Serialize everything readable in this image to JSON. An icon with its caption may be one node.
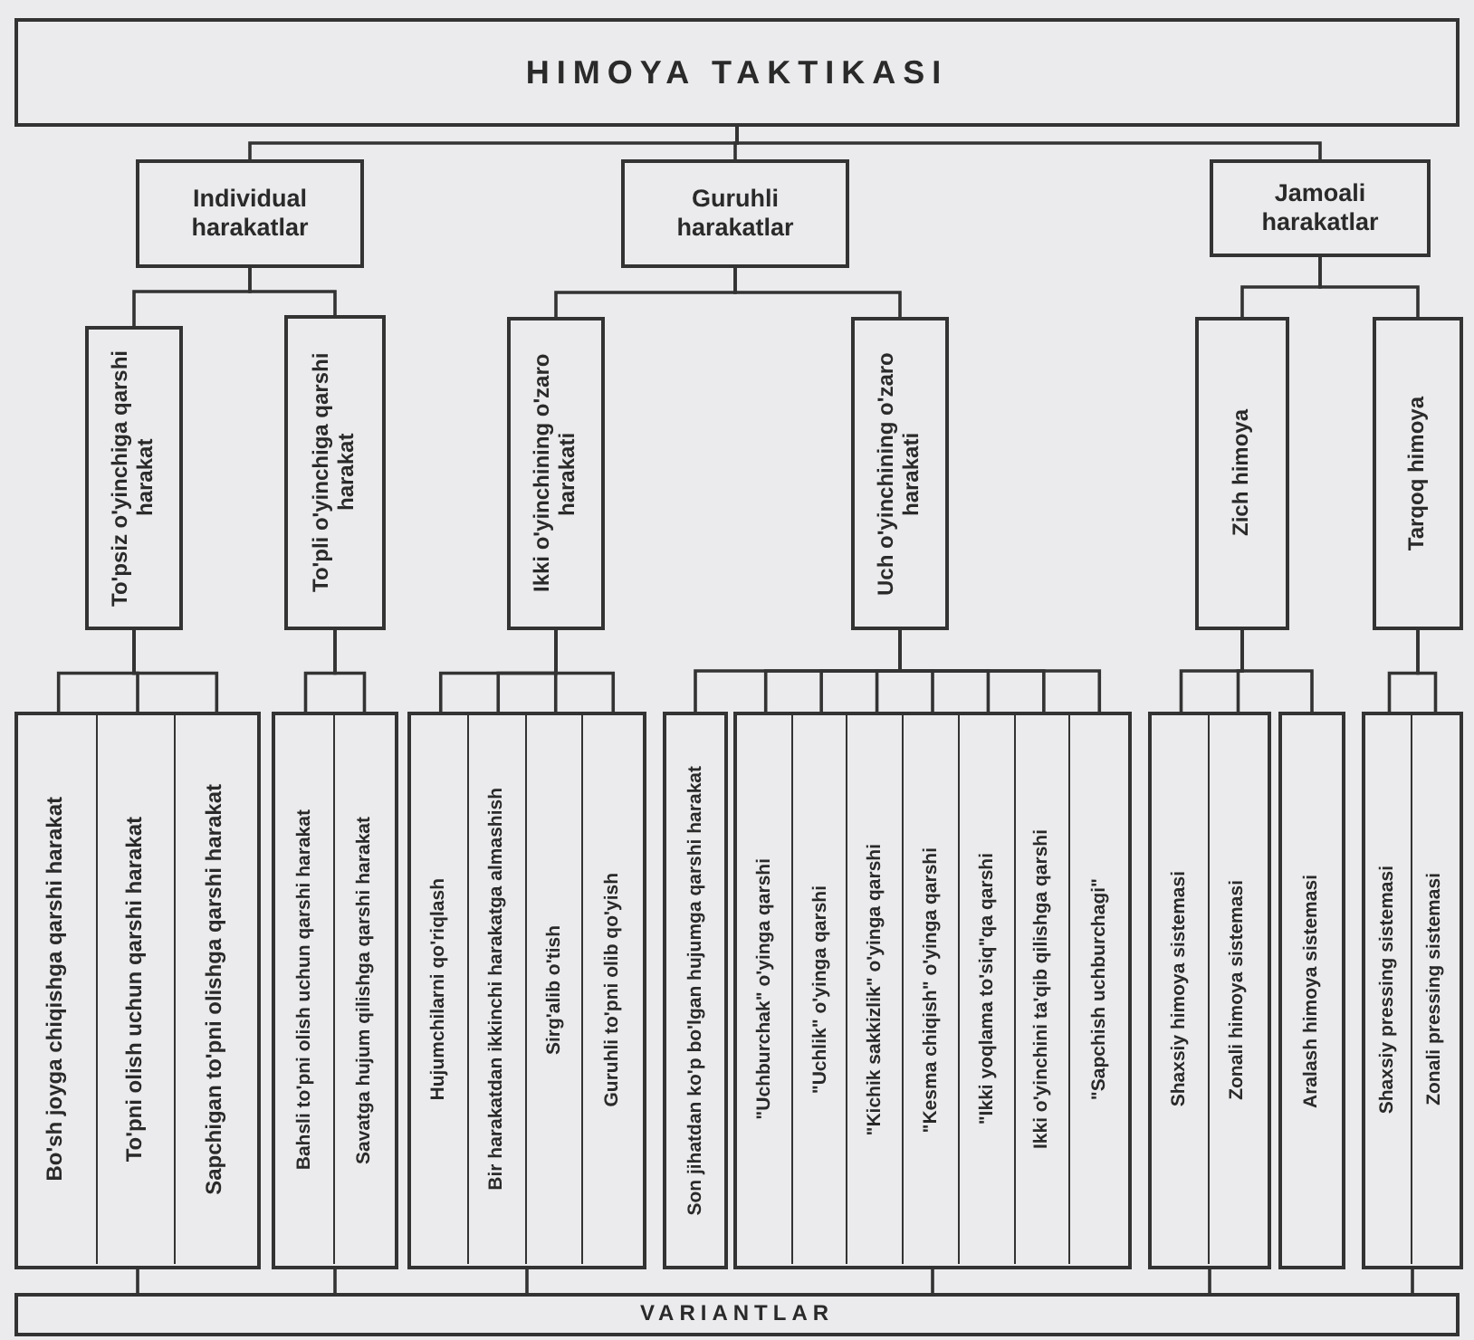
{
  "diagram": {
    "nodes": [
      {
        "text": [
          "HIMOYA TAKTIKASI"
        ]
      },
      {
        "text": [
          "Individual harakatlar"
        ]
      },
      {
        "text": [
          "Guruhli harakatlar"
        ]
      },
      {
        "text": [
          "Jamoali harakatlar"
        ]
      },
      {
        "text": [
          "To'psiz o'yinchiga qarshi harakat"
        ]
      },
      {
        "text": [
          "To'pli o'yinchiga qarshi harakat"
        ]
      },
      {
        "text": [
          "Ikki o'yinchining o'zaro harakati"
        ]
      },
      {
        "text": [
          "Uch o'yinchining o'zaro harakati"
        ]
      },
      {
        "text": [
          "Zich himoya"
        ]
      },
      {
        "text": [
          "Tarqoq himoya"
        ]
      },
      {
        "text": [],
        "shape": "box"
      },
      {
        "text": [
          "Bo'sh joyga chiqishga qarshi harakat"
        ],
        "in": 10
      },
      {
        "text": [
          "To'pni olish uchun qarshi harakat"
        ],
        "in": 10
      },
      {
        "text": [
          "Sapchigan to'pni olishga qarshi harakat"
        ],
        "in": 10
      },
      {
        "text": [],
        "shape": "box"
      },
      {
        "text": [
          "Bahsli to'pni olish uchun qarshi harakat"
        ],
        "in": 14
      },
      {
        "text": [
          "Savatga hujum qilishga qarshi harakat"
        ],
        "in": 14
      },
      {
        "text": [],
        "shape": "box"
      },
      {
        "text": [
          "Hujumchilarni qo'riqlash"
        ],
        "in": 17
      },
      {
        "text": [
          "Bir harakatdan ikkinchi harakatga almashish"
        ],
        "in": 17
      },
      {
        "text": [
          "Sirg'alib o'tish"
        ],
        "in": 17
      },
      {
        "text": [
          "Guruhli to'pni olib qo'yish"
        ],
        "in": 17
      },
      {
        "text": [
          "Son jihatdan ko'p bo'lgan hujumga qarshi harakat"
        ]
      },
      {
        "text": [],
        "shape": "box"
      },
      {
        "text": [
          "\"Uchburchak\" o'yinga qarshi"
        ],
        "in": 23
      },
      {
        "text": [
          "\"Uchlik\" o'yinga qarshi"
        ],
        "in": 23
      },
      {
        "text": [
          "\"Kichik sakkizlik\" o'yinga qarshi"
        ],
        "in": 23
      },
      {
        "text": [
          "\"Kesma chiqish\" o'yinga qarshi"
        ],
        "in": 23
      },
      {
        "text": [
          "\"Ikki yoqlama to'siq\"qa qarshi"
        ],
        "in": 23
      },
      {
        "text": [
          "Ikki o'yinchini ta'qib qilishga qarshi"
        ],
        "in": 23
      },
      {
        "text": [
          "\"Sapchish uchburchagi\""
        ],
        "in": 23
      },
      {
        "text": [],
        "shape": "box"
      },
      {
        "text": [
          "Shaxsiy himoya sistemasi"
        ],
        "in": 31
      },
      {
        "text": [
          "Zonali himoya sistemasi"
        ],
        "in": 31
      },
      {
        "text": [
          "Aralash himoya sistemasi"
        ]
      },
      {
        "text": [],
        "shape": "box"
      },
      {
        "text": [
          "Shaxsiy pressing sistemasi"
        ],
        "in": 35
      },
      {
        "text": [
          "Zonali pressing sistemasi"
        ],
        "in": 35
      },
      {
        "text": [
          "VARIANTLAR"
        ]
      }
    ],
    "edges": [
      {
        "from": 0,
        "to": 1,
        "arrow": "none"
      },
      {
        "from": 0,
        "to": 2,
        "arrow": "none"
      },
      {
        "from": 0,
        "to": 3,
        "arrow": "none"
      },
      {
        "from": 1,
        "to": 4,
        "arrow": "none"
      },
      {
        "from": 1,
        "to": 5,
        "arrow": "none"
      },
      {
        "from": 2,
        "to": 6,
        "arrow": "none"
      },
      {
        "from": 2,
        "to": 7,
        "arrow": "none"
      },
      {
        "from": 3,
        "to": 8,
        "arrow": "none"
      },
      {
        "from": 3,
        "to": 9,
        "arrow": "none"
      },
      {
        "from": 4,
        "to": 11,
        "arrow": "none"
      },
      {
        "from": 4,
        "to": 12,
        "arrow": "none"
      },
      {
        "from": 4,
        "to": 13,
        "arrow": "none"
      },
      {
        "from": 5,
        "to": 15,
        "arrow": "none"
      },
      {
        "from": 5,
        "to": 16,
        "arrow": "none"
      },
      {
        "from": 6,
        "to": 18,
        "arrow": "none"
      },
      {
        "from": 6,
        "to": 19,
        "arrow": "none"
      },
      {
        "from": 6,
        "to": 20,
        "arrow": "none"
      },
      {
        "from": 6,
        "to": 21,
        "arrow": "none"
      },
      {
        "from": 7,
        "to": 22,
        "arrow": "none"
      },
      {
        "from": 7,
        "to": 24,
        "arrow": "none"
      },
      {
        "from": 7,
        "to": 25,
        "arrow": "none"
      },
      {
        "from": 7,
        "to": 26,
        "arrow": "none"
      },
      {
        "from": 7,
        "to": 27,
        "arrow": "none"
      },
      {
        "from": 7,
        "to": 28,
        "arrow": "none"
      },
      {
        "from": 7,
        "to": 29,
        "arrow": "none"
      },
      {
        "from": 7,
        "to": 30,
        "arrow": "none"
      },
      {
        "from": 8,
        "to": 32,
        "arrow": "none"
      },
      {
        "from": 8,
        "to": 33,
        "arrow": "none"
      },
      {
        "from": 8,
        "to": 34,
        "arrow": "none"
      },
      {
        "from": 9,
        "to": 36,
        "arrow": "none"
      },
      {
        "from": 9,
        "to": 37,
        "arrow": "none"
      },
      {
        "from": 10,
        "to": 38,
        "arrow": "none"
      },
      {
        "from": 14,
        "to": 38,
        "arrow": "none"
      },
      {
        "from": 17,
        "to": 38,
        "arrow": "none"
      },
      {
        "from": 23,
        "to": 38,
        "arrow": "none"
      },
      {
        "from": 31,
        "to": 38,
        "arrow": "none"
      },
      {
        "from": 35,
        "to": 38,
        "arrow": "none"
      }
    ]
  }
}
